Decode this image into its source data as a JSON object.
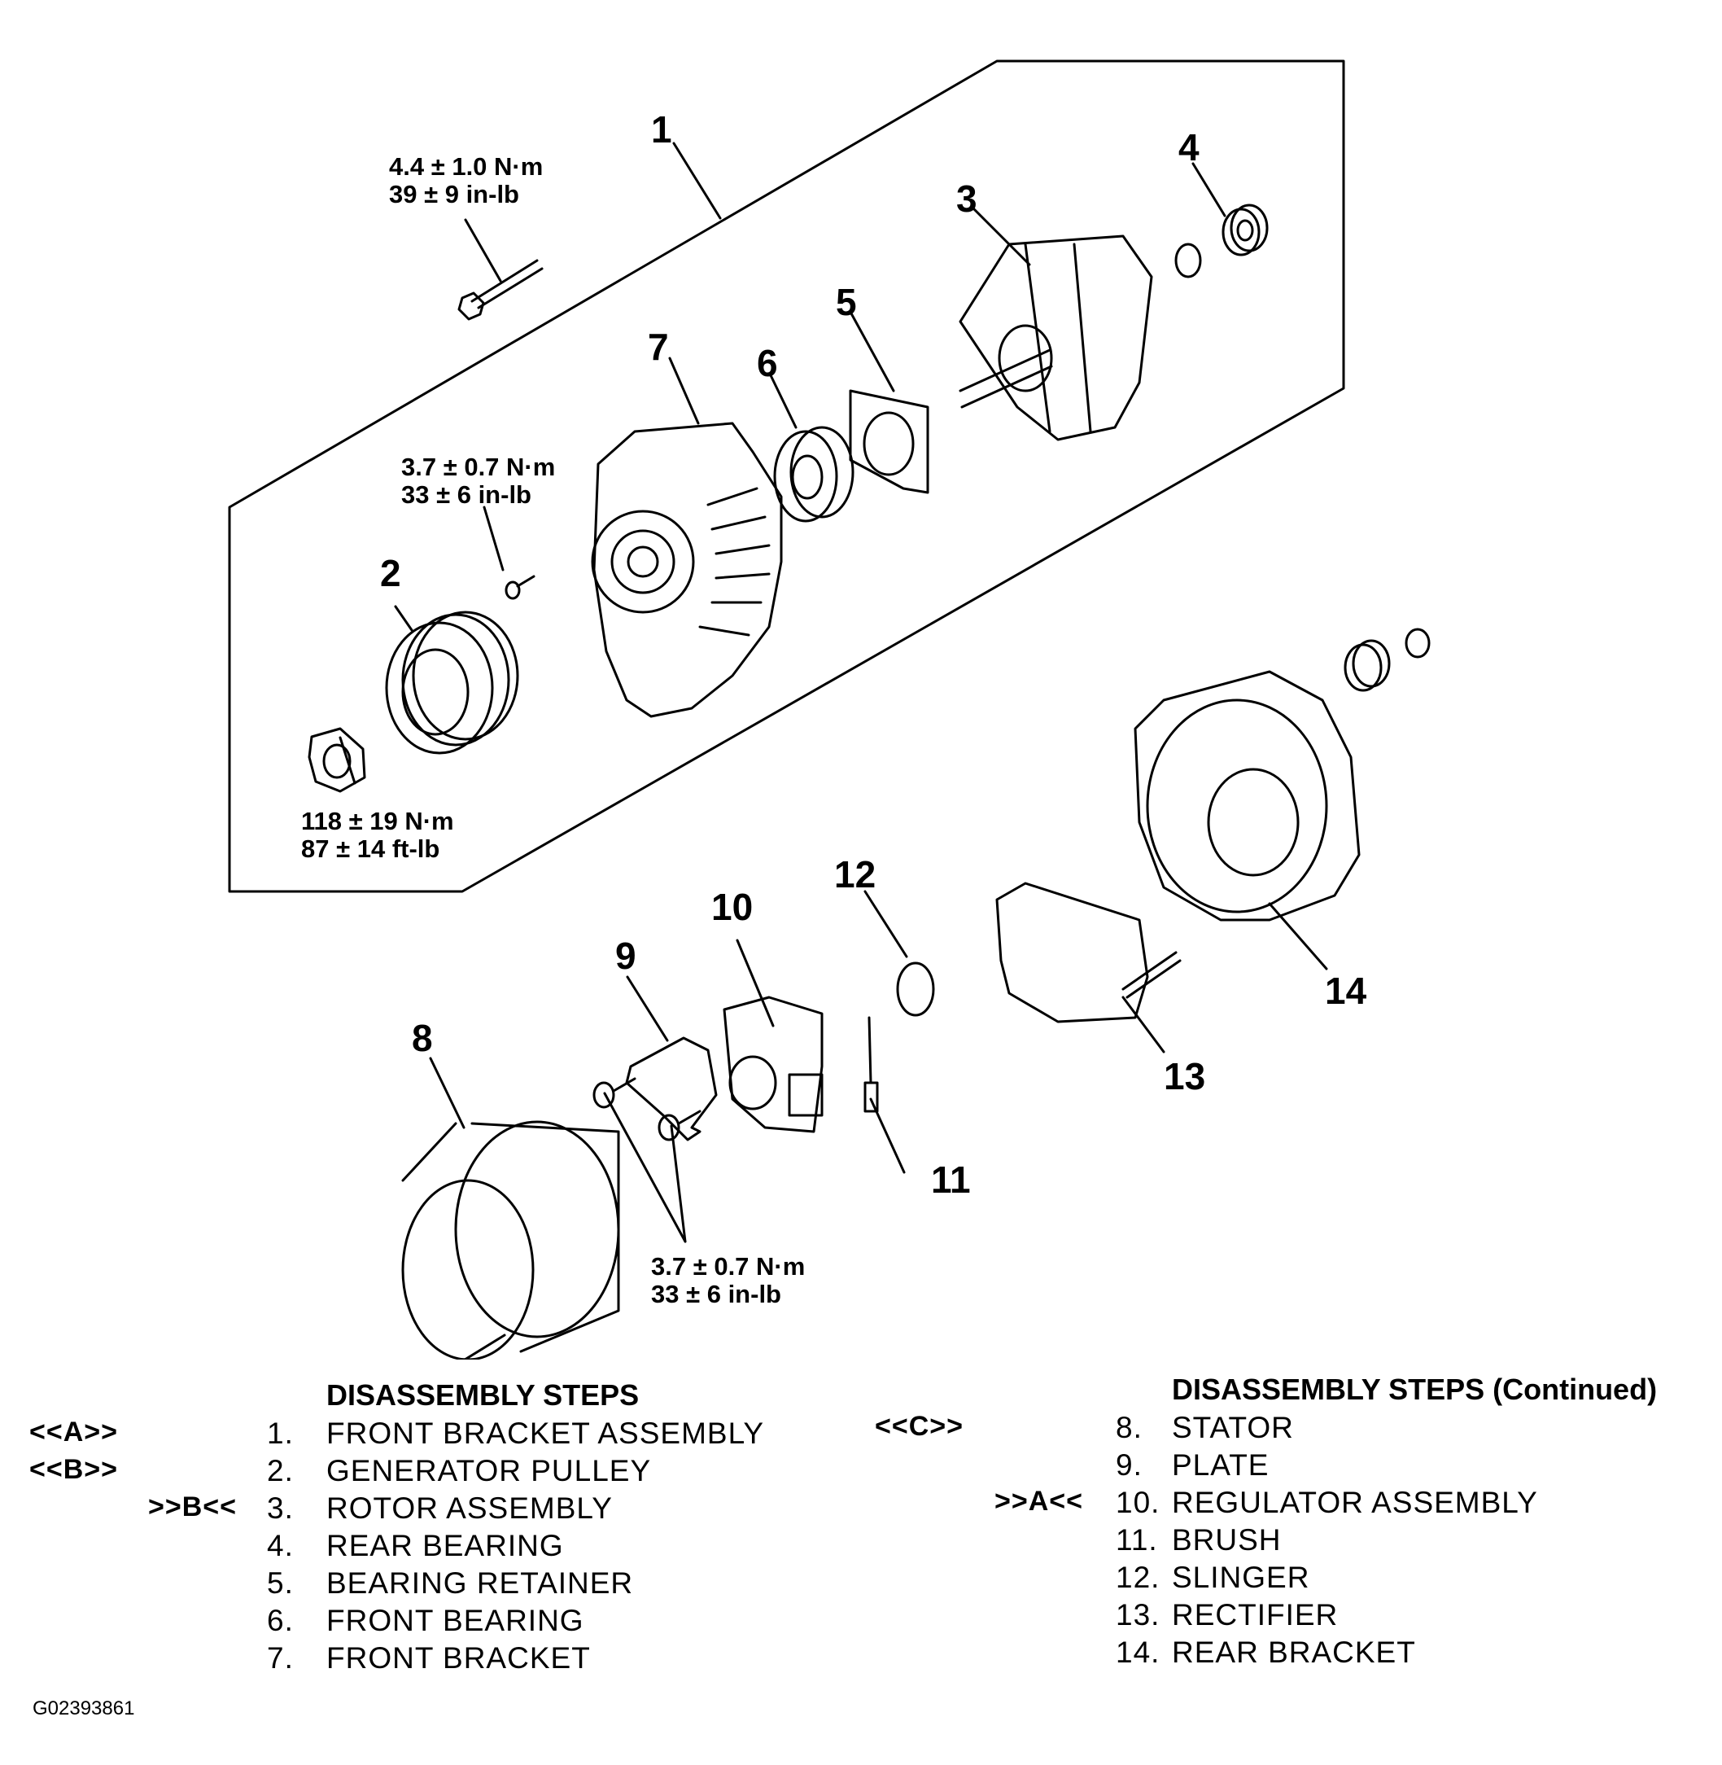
{
  "callouts": [
    "1",
    "2",
    "3",
    "4",
    "5",
    "6",
    "7",
    "8",
    "9",
    "10",
    "11",
    "12",
    "13",
    "14"
  ],
  "torques": [
    {
      "nm": "4.4 ± 1.0  N·m",
      "imp": "39 ± 9 in-lb"
    },
    {
      "nm": "3.7 ± 0.7 N·m",
      "imp": "33 ± 6 in-lb"
    },
    {
      "nm": "118 ± 19 N·m",
      "imp": "87 ± 14 ft-lb"
    },
    {
      "nm": "3.7 ± 0.7 N·m",
      "imp": "33 ± 6 in-lb"
    }
  ],
  "steps_left": {
    "title": "DISASSEMBLY STEPS",
    "items": [
      {
        "code": "<<A>>",
        "num": "1.",
        "label": "FRONT BRACKET ASSEMBLY"
      },
      {
        "code": "<<B>>",
        "num": "2.",
        "label": "GENERATOR PULLEY"
      },
      {
        "code": ">>B<<",
        "num": "3.",
        "label": "ROTOR ASSEMBLY"
      },
      {
        "code": "",
        "num": "4.",
        "label": "REAR BEARING"
      },
      {
        "code": "",
        "num": "5.",
        "label": "BEARING RETAINER"
      },
      {
        "code": "",
        "num": "6.",
        "label": "FRONT BEARING"
      },
      {
        "code": "",
        "num": "7.",
        "label": "FRONT BRACKET"
      }
    ]
  },
  "steps_right": {
    "title": "DISASSEMBLY STEPS (Continued)",
    "items": [
      {
        "code": "<<C>>",
        "num": "8.",
        "label": "STATOR"
      },
      {
        "code": "",
        "num": "9.",
        "label": "PLATE"
      },
      {
        "code": ">>A<<",
        "num": "10.",
        "label": "REGULATOR ASSEMBLY"
      },
      {
        "code": "",
        "num": "11.",
        "label": "BRUSH"
      },
      {
        "code": "",
        "num": "12.",
        "label": "SLINGER"
      },
      {
        "code": "",
        "num": "13.",
        "label": "RECTIFIER"
      },
      {
        "code": "",
        "num": "14.",
        "label": "REAR BRACKET"
      }
    ]
  },
  "figure_id": "G02393861"
}
